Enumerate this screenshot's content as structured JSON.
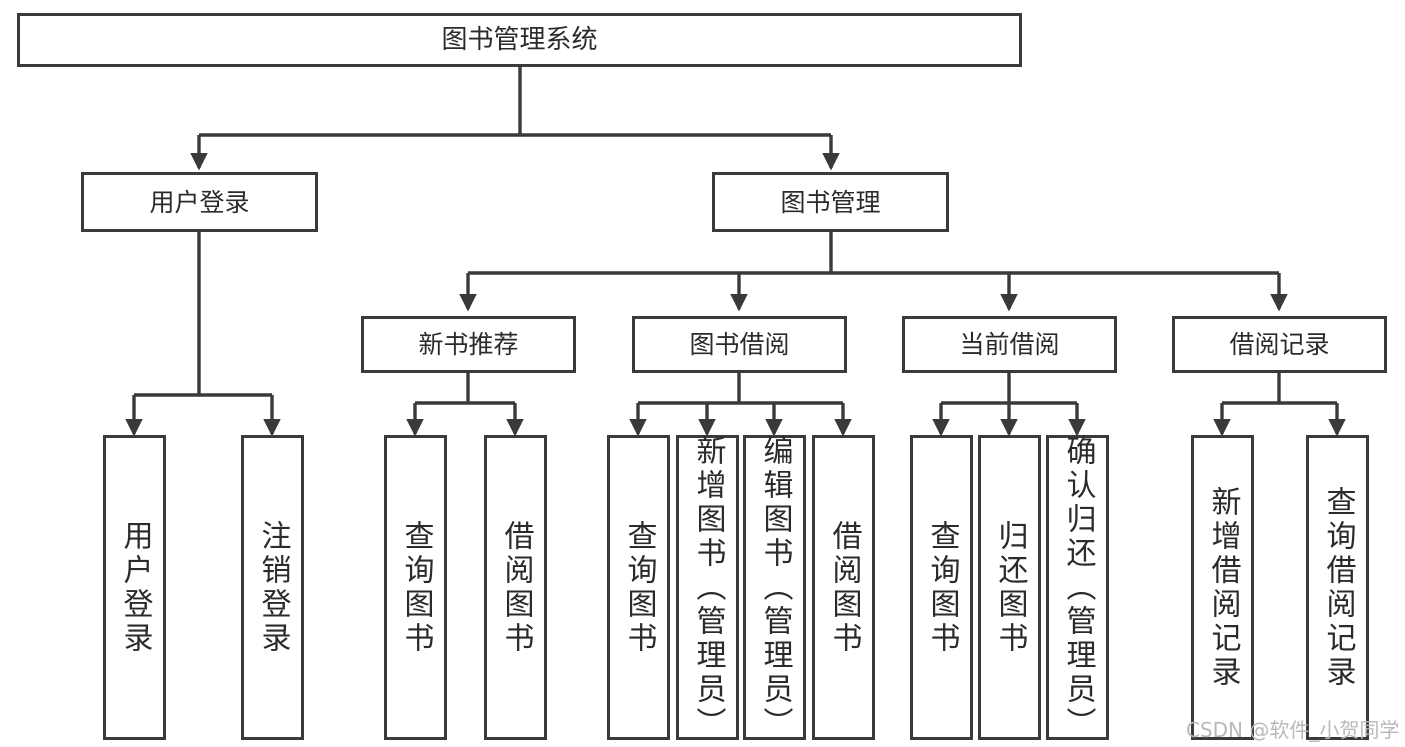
{
  "diagram": {
    "title": "图书管理系统",
    "watermark": "CSDN @软件_小贺同学",
    "line_color": "#3a3a3a",
    "text_color": "#2b2b2b",
    "background": "#ffffff",
    "nodes": {
      "root": {
        "label": "图书管理系统"
      },
      "level2": [
        {
          "id": "user-login",
          "label": "用户登录"
        },
        {
          "id": "book-manage",
          "label": "图书管理"
        }
      ],
      "level3": [
        {
          "id": "new-book-recommend",
          "label": "新书推荐"
        },
        {
          "id": "book-borrow",
          "label": "图书借阅"
        },
        {
          "id": "current-borrow",
          "label": "当前借阅"
        },
        {
          "id": "borrow-record",
          "label": "借阅记录"
        }
      ],
      "leaves": {
        "user_login": [
          {
            "id": "leaf-user-login",
            "label": "用户登录"
          },
          {
            "id": "leaf-logout-login",
            "label": "注销登录"
          }
        ],
        "new_book_recommend": [
          {
            "id": "leaf-query-book-1",
            "label": "查询图书"
          },
          {
            "id": "leaf-borrow-book-1",
            "label": "借阅图书"
          }
        ],
        "book_borrow": [
          {
            "id": "leaf-query-book-2",
            "label": "查询图书"
          },
          {
            "id": "leaf-add-book",
            "label": "新增图书（管理员）"
          },
          {
            "id": "leaf-edit-book",
            "label": "编辑图书（管理员）"
          },
          {
            "id": "leaf-borrow-book-2",
            "label": "借阅图书"
          }
        ],
        "current_borrow": [
          {
            "id": "leaf-query-book-3",
            "label": "查询图书"
          },
          {
            "id": "leaf-return-book",
            "label": "归还图书"
          },
          {
            "id": "leaf-confirm-return",
            "label": "确认归还（管理员）"
          }
        ],
        "borrow_record": [
          {
            "id": "leaf-add-record",
            "label": "新增借阅记录"
          },
          {
            "id": "leaf-query-record",
            "label": "查询借阅记录"
          }
        ]
      }
    }
  }
}
